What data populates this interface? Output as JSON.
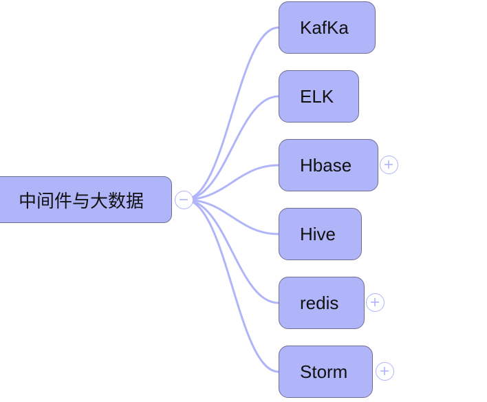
{
  "mindmap": {
    "root": {
      "label": "中间件与大数据",
      "toggle": "collapse"
    },
    "children": [
      {
        "label": "KafKa",
        "toggle": null
      },
      {
        "label": "ELK",
        "toggle": null
      },
      {
        "label": "Hbase",
        "toggle": "expand"
      },
      {
        "label": "Hive",
        "toggle": null
      },
      {
        "label": "redis",
        "toggle": "expand"
      },
      {
        "label": "Storm",
        "toggle": "expand"
      }
    ]
  },
  "colors": {
    "node_fill": "#b0b4f8",
    "node_border": "#6e6e90",
    "connector": "#b0b4f8",
    "text": "#111111"
  },
  "icons": {
    "collapse": "minus-circle-icon",
    "expand": "plus-circle-icon"
  }
}
